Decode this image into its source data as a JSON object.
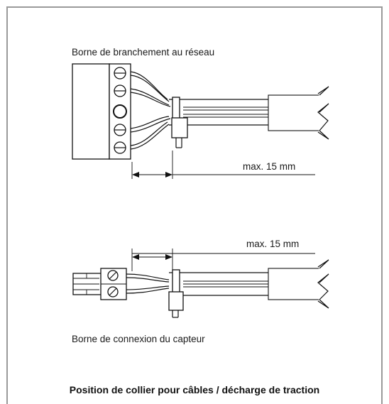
{
  "labels": {
    "top_terminal": "Borne de branchement au réseau",
    "top_dimension": "max. 15 mm",
    "bottom_dimension": "max. 15 mm",
    "bottom_terminal": "Borne de connexion du capteur",
    "caption": "Position de collier pour câbles / décharge de traction"
  }
}
